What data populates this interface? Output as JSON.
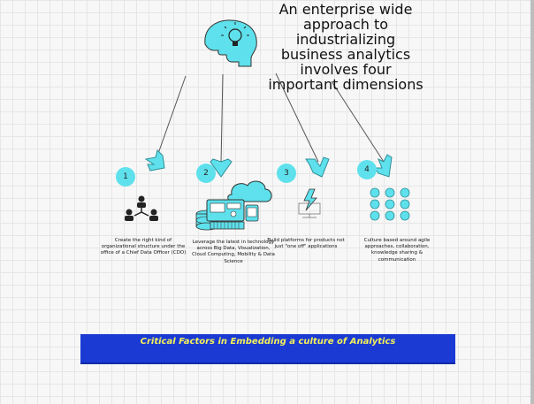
{
  "headline": "An enterprise wide approach to industrializing business analytics involves four important dimensions",
  "steps": [
    {
      "number": "1",
      "description": "Create the right kind of organizational structure under the office of a Chief Data Officer (CDO)"
    },
    {
      "number": "2",
      "description": "Leverage the latest in technology across Big Data, Visualization, Cloud Computing, Mobility & Data Science"
    },
    {
      "number": "3",
      "description": "Build platforms for products not just \"one off\" applications"
    },
    {
      "number": "4",
      "description": "Culture based around agile approaches, collaboration, knowledge sharing & communication"
    }
  ],
  "banner": "Critical Factors in Embedding a culture of Analytics",
  "colors": {
    "accent": "#5ee1ec",
    "banner_bg": "#1a3ad3",
    "banner_text": "#f3f05a"
  },
  "icons": [
    "lightbulb-head-icon",
    "org-structure-icon",
    "technology-stack-icon",
    "platform-icon",
    "dots-grid-icon"
  ]
}
